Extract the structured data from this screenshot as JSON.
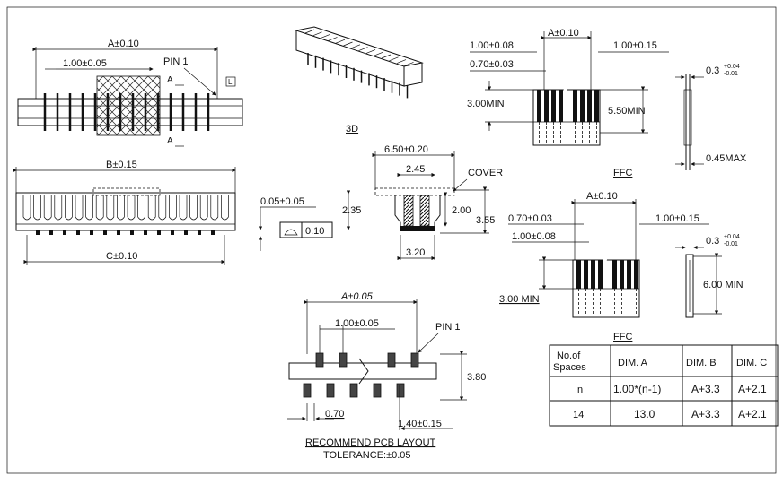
{
  "top_view": {
    "dim_a": "A±0.10",
    "pitch": "1.00±0.05",
    "pin1": "PIN 1",
    "section_a_top": "A",
    "section_a_bottom": "A",
    "flat_symbol": "L"
  },
  "front_view": {
    "dim_b": "B±0.15",
    "dim_c": "C±0.10",
    "coplanarity": "0.05±0.05",
    "flatness_tol": "0.10"
  },
  "iso_view": {
    "label": "3D"
  },
  "side_view": {
    "width_total": "6.50±0.20",
    "width_top": "2.45",
    "cover": "COVER",
    "h_left": "2.35",
    "h_mid": "2.00",
    "h_right": "3.55",
    "base": "3.20"
  },
  "ffc_top": {
    "dim_a": "A±0.10",
    "left_pitch": "1.00±0.08",
    "right_width": "1.00±0.15",
    "conductor": "0.70±0.03",
    "min_len": "3.00MIN",
    "total_len": "5.50MIN",
    "thickness": "0.3",
    "thickness_plus": "+0.04",
    "thickness_minus": "-0.01",
    "max_thick": "0.45MAX",
    "label": "FFC"
  },
  "ffc_mid": {
    "dim_a": "A±0.10",
    "conductor": "0.70±0.03",
    "right_width": "1.00±0.15",
    "left_pitch": "1.00±0.08",
    "min_len": "3.00 MIN",
    "stiffener": "6.00 MIN",
    "thickness": "0.3",
    "thickness_plus": "+0.04",
    "thickness_minus": "-0.01",
    "label": "FFC"
  },
  "pcb": {
    "dim_a": "A±0.05",
    "pitch": "1.00±0.05",
    "pin1": "PIN 1",
    "height": "3.80",
    "pad_width": "0.70",
    "pad_len": "1.40±0.15",
    "title": "RECOMMEND PCB LAYOUT",
    "tolerance": "TOLERANCE:±0.05"
  },
  "table": {
    "headers": [
      "No.of Spaces",
      "DIM. A",
      "DIM. B",
      "DIM. C"
    ],
    "rows": [
      [
        "n",
        "1.00*(n-1)",
        "A+3.3",
        "A+2.1"
      ],
      [
        "14",
        "13.0",
        "A+3.3",
        "A+2.1"
      ]
    ]
  }
}
